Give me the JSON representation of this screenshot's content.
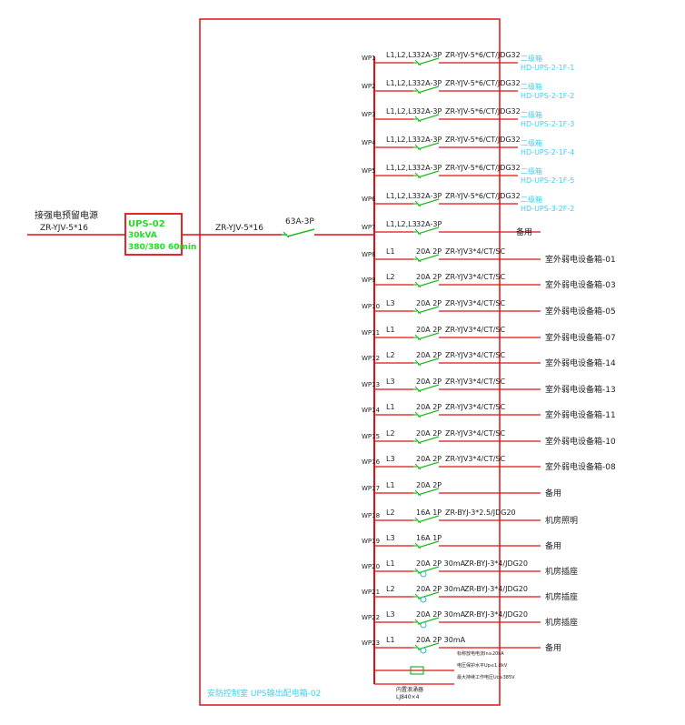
{
  "source": {
    "label": "接强电预留电源",
    "cable": "ZR-YJV-5*16"
  },
  "ups": {
    "line1": "UPS-02",
    "line2": "30kVA",
    "line3": "380/380 60min"
  },
  "main_feeder": {
    "cable": "ZR-YJV-5*16",
    "breaker": "63A-3P"
  },
  "panel_label": "安防控制室 UPS输出配电箱-02",
  "circuits": [
    {
      "id": "WP1",
      "phase": "L1,L2,L3",
      "breaker": "32A-3P",
      "cable": "ZR-YJV-5*6/CT/JDG32",
      "dest1": "二级箱",
      "dest2": "HD-UPS-2-1F-1",
      "rcd": false
    },
    {
      "id": "WP2",
      "phase": "L1,L2,L3",
      "breaker": "32A-3P",
      "cable": "ZR-YJV-5*6/CT/JDG32",
      "dest1": "二级箱",
      "dest2": "HD-UPS-2-1F-2",
      "rcd": false
    },
    {
      "id": "WP3",
      "phase": "L1,L2,L3",
      "breaker": "32A-3P",
      "cable": "ZR-YJV-5*6/CT/JDG32",
      "dest1": "二级箱",
      "dest2": "HD-UPS-2-1F-3",
      "rcd": false
    },
    {
      "id": "WP4",
      "phase": "L1,L2,L3",
      "breaker": "32A-3P",
      "cable": "ZR-YJV-5*6/CT/JDG32",
      "dest1": "二级箱",
      "dest2": "HD-UPS-2-1F-4",
      "rcd": false
    },
    {
      "id": "WP5",
      "phase": "L1,L2,L3",
      "breaker": "32A-3P",
      "cable": "ZR-YJV-5*6/CT/JDG32",
      "dest1": "二级箱",
      "dest2": "HD-UPS-2-1F-5",
      "rcd": false
    },
    {
      "id": "WP6",
      "phase": "L1,L2,L3",
      "breaker": "32A-3P",
      "cable": "ZR-YJV-5*6/CT/JDG32",
      "dest1": "二级箱",
      "dest2": "HD-UPS-3-2F-2",
      "rcd": false
    },
    {
      "id": "WP7",
      "phase": "L1,L2,L3",
      "breaker": "32A-3P",
      "cable": "",
      "dest": "备用",
      "rcd": false
    },
    {
      "id": "WP8",
      "phase": "L1",
      "breaker": "20A 2P",
      "cable": "ZR-YJV3*4/CT/SC",
      "dest": "室外弱电设备箱-01",
      "rcd": false
    },
    {
      "id": "WP9",
      "phase": "L2",
      "breaker": "20A 2P",
      "cable": "ZR-YJV3*4/CT/SC",
      "dest": "室外弱电设备箱-03",
      "rcd": false
    },
    {
      "id": "WP10",
      "phase": "L3",
      "breaker": "20A 2P",
      "cable": "ZR-YJV3*4/CT/SC",
      "dest": "室外弱电设备箱-05",
      "rcd": false
    },
    {
      "id": "WP11",
      "phase": "L1",
      "breaker": "20A 2P",
      "cable": "ZR-YJV3*4/CT/SC",
      "dest": "室外弱电设备箱-07",
      "rcd": false
    },
    {
      "id": "WP12",
      "phase": "L2",
      "breaker": "20A 2P",
      "cable": "ZR-YJV3*4/CT/SC",
      "dest": "室外弱电设备箱-14",
      "rcd": false
    },
    {
      "id": "WP13",
      "phase": "L3",
      "breaker": "20A 2P",
      "cable": "ZR-YJV3*4/CT/SC",
      "dest": "室外弱电设备箱-13",
      "rcd": false
    },
    {
      "id": "WP14",
      "phase": "L1",
      "breaker": "20A 2P",
      "cable": "ZR-YJV3*4/CT/SC",
      "dest": "室外弱电设备箱-11",
      "rcd": false
    },
    {
      "id": "WP15",
      "phase": "L2",
      "breaker": "20A 2P",
      "cable": "ZR-YJV3*4/CT/SC",
      "dest": "室外弱电设备箱-10",
      "rcd": false
    },
    {
      "id": "WP16",
      "phase": "L3",
      "breaker": "20A 2P",
      "cable": "ZR-YJV3*4/CT/SC",
      "dest": "室外弱电设备箱-08",
      "rcd": false
    },
    {
      "id": "WP17",
      "phase": "L1",
      "breaker": "20A 2P",
      "cable": "",
      "dest": "备用",
      "rcd": false
    },
    {
      "id": "WP18",
      "phase": "L2",
      "breaker": "16A 1P",
      "cable": "ZR-BYJ-3*2.5/JDG20",
      "dest": "机房照明",
      "rcd": false
    },
    {
      "id": "WP19",
      "phase": "L3",
      "breaker": "16A 1P",
      "cable": "",
      "dest": "备用",
      "rcd": false
    },
    {
      "id": "WP20",
      "phase": "L1",
      "breaker": "20A 2P 30mA",
      "cable": "ZR-BYJ-3*4/JDG20",
      "dest": "机房插座",
      "rcd": true
    },
    {
      "id": "WP21",
      "phase": "L2",
      "breaker": "20A 2P 30mA",
      "cable": "ZR-BYJ-3*4/JDG20",
      "dest": "机房插座",
      "rcd": true
    },
    {
      "id": "WP22",
      "phase": "L3",
      "breaker": "20A 2P 30mA",
      "cable": "ZR-BYJ-3*4/JDG20",
      "dest": "机房插座",
      "rcd": true
    },
    {
      "id": "WP23",
      "phase": "L1",
      "breaker": "20A 2P 30mA",
      "cable": "",
      "dest": "备用",
      "rcd": true
    }
  ],
  "spd": {
    "label1": "内置浪涌器",
    "label2": "LJ840×4",
    "note1": "标称放电电流In≥20kA",
    "note2": "电压保护水平Up≤1.8kV",
    "note3": "最大持续工作电压Uc≥385V"
  }
}
